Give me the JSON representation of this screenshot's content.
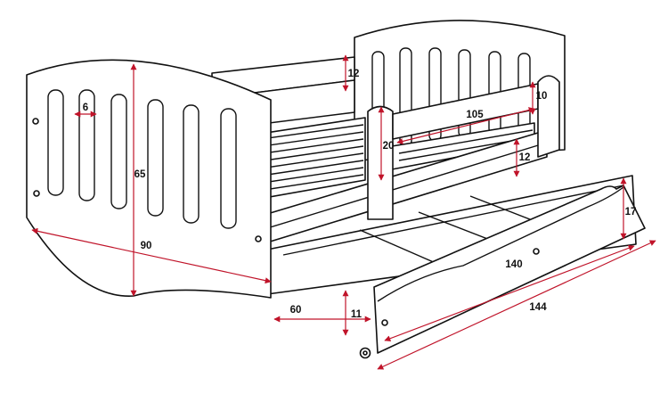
{
  "diagram": {
    "dimension_labels": {
      "side_height": "65",
      "side_length": "90",
      "slat_width": "6",
      "headboard_top_gap": "12",
      "barrier_height": "10",
      "barrier_length": "105",
      "barrier_rise": "20",
      "rail_gap": "12",
      "drawer_height": "17",
      "drawer_inner_length": "140",
      "drawer_overall_length": "144",
      "drawer_depth": "60",
      "drawer_clearance": "11"
    },
    "colors": {
      "outline": "#111111",
      "dimension_line": "#c0142a",
      "background": "#ffffff"
    }
  }
}
